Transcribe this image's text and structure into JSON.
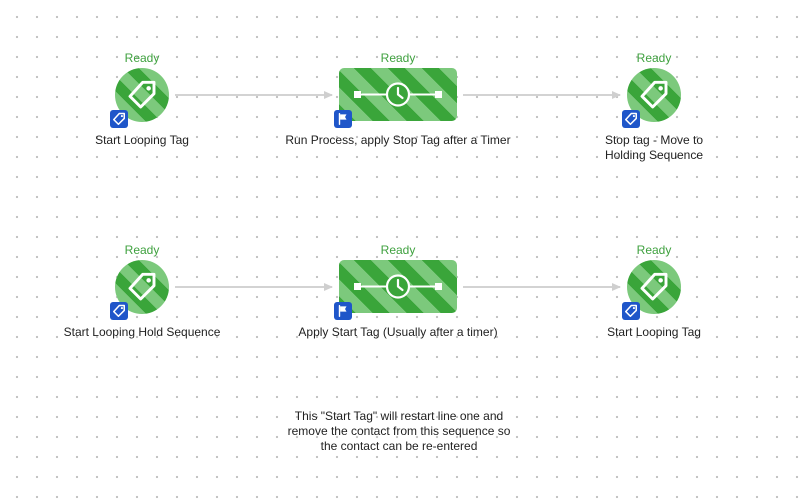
{
  "row1": {
    "start": {
      "status": "Ready",
      "label": "Start Looping Tag",
      "icon": "tag-icon",
      "badge_icon": "tag-icon"
    },
    "process": {
      "status": "Ready",
      "label": "Run Process, apply Stop Tag after a Timer",
      "icon": "timer-icon",
      "badge_icon": "flag-icon"
    },
    "end": {
      "status": "Ready",
      "label_lines": [
        "Stop tag - Move to",
        "Holding Sequence"
      ],
      "icon": "tag-icon",
      "badge_icon": "tag-icon"
    }
  },
  "row2": {
    "start": {
      "status": "Ready",
      "label": "Start Looping Hold Sequence",
      "icon": "tag-icon",
      "badge_icon": "tag-icon"
    },
    "process": {
      "status": "Ready",
      "label": "Apply Start Tag (Usually after a timer)",
      "icon": "timer-icon",
      "badge_icon": "flag-icon"
    },
    "end": {
      "status": "Ready",
      "label": "Start Looping Tag",
      "icon": "tag-icon",
      "badge_icon": "tag-icon"
    }
  },
  "note": {
    "lines": [
      "This \"Start Tag\" will restart line one and",
      "remove the contact from this sequence so",
      "the contact can be re-entered"
    ]
  },
  "colors": {
    "ready_green": "#3fa13f",
    "stripe_dark": "#3aa53a",
    "stripe_light": "#7cc97c",
    "badge_blue": "#1f56c9",
    "connector_gray": "#d3d3d3"
  }
}
